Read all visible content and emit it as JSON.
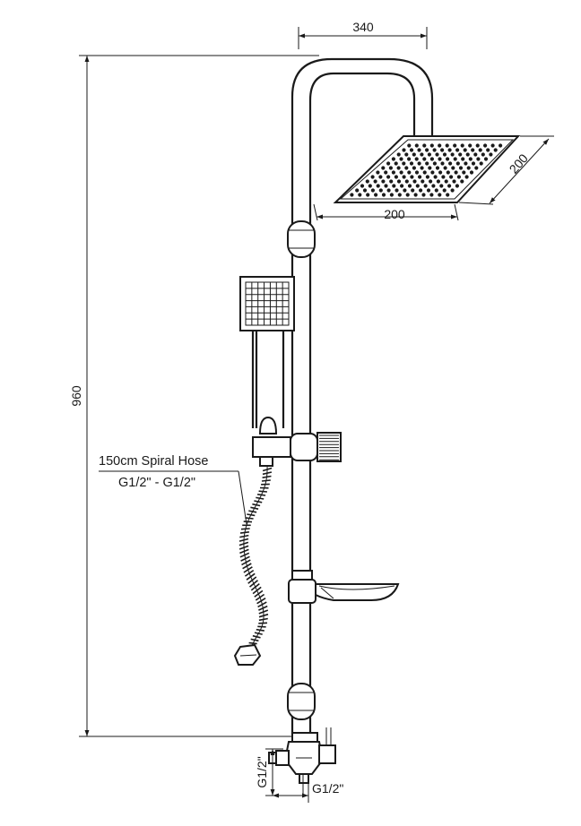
{
  "dimensions": {
    "width_top": "340",
    "head_width": "200",
    "head_depth": "200",
    "height_total": "960",
    "inlet_vertical": "G1/2\"",
    "inlet_horizontal": "G1/2\""
  },
  "hose_label": {
    "line1": "150cm Spiral Hose",
    "line2": "G1/2\" - G1/2\""
  }
}
